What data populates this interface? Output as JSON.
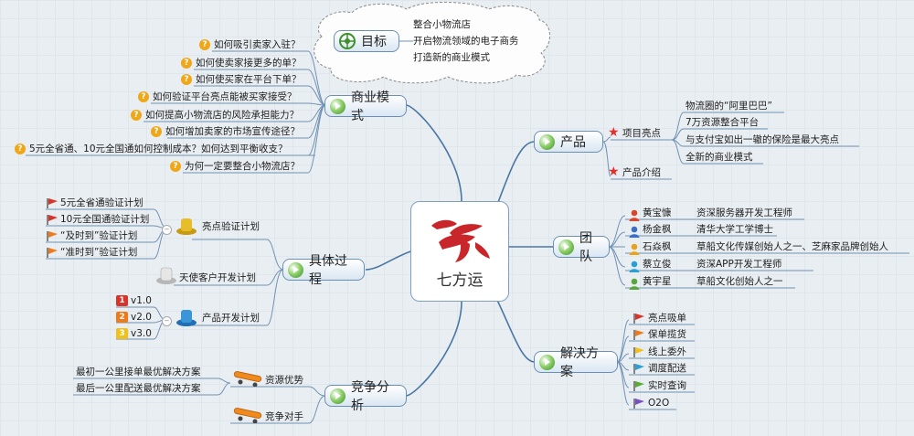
{
  "center": {
    "title": "七方运"
  },
  "goal": {
    "label": "目标",
    "items": [
      "整合小物流店",
      "开启物流领域的电子商务",
      "打造新的商业模式"
    ]
  },
  "business_model": {
    "label": "商业模式",
    "items": [
      "如何吸引卖家入驻？",
      "如何使卖家接更多的单？",
      "如何使买家在平台下单？",
      "如何验证平台亮点能被买家接受？",
      "如何提高小物流店的风险承担能力？",
      "如何增加卖家的市场宣传途径？",
      "5元全省通、10元全国通如何控制成本？如何达到平衡收支？",
      "为何一定要整合小物流店？"
    ]
  },
  "process": {
    "label": "具体过程",
    "highlight": {
      "label": "亮点验证计划",
      "items": [
        "5元全省通验证计划",
        "10元全国通验证计划",
        "“及时到”验证计划",
        "“准时到”验证计划"
      ]
    },
    "angel": {
      "label": "天使客户开发计划"
    },
    "product_dev": {
      "label": "产品开发计划",
      "items": [
        "v1.0",
        "v2.0",
        "v3.0"
      ],
      "numbers": [
        "1",
        "2",
        "3"
      ]
    }
  },
  "competition": {
    "label": "竞争分析",
    "resource": {
      "label": "资源优势",
      "items": [
        "最初一公里接单最优解决方案",
        "最后一公里配送最优解决方案"
      ]
    },
    "rival": {
      "label": "竞争对手"
    }
  },
  "product": {
    "label": "产品",
    "highlights": {
      "label": "项目亮点",
      "items": [
        "物流圈的“阿里巴巴”",
        "7万资源整合平台",
        "与支付宝如出一辙的保险是最大亮点",
        "全新的商业模式"
      ]
    },
    "intro": {
      "label": "产品介绍"
    }
  },
  "team": {
    "label": "团队",
    "members": [
      {
        "name": "黄宝慷",
        "role": "资深服务器开发工程师",
        "color": "#d8462e"
      },
      {
        "name": "杨金枫",
        "role": "清华大学工学博士",
        "color": "#3c6fc4"
      },
      {
        "name": "石焱枫",
        "role": "草船文化传媒创始人之一、芝麻家品牌创始人",
        "color": "#e8a21e"
      },
      {
        "name": "蔡立俊",
        "role": "资深APP开发工程师",
        "color": "#2a9fd6"
      },
      {
        "name": "黄宇星",
        "role": "草船文化创始人之一",
        "color": "#5aa63a"
      }
    ]
  },
  "solution": {
    "label": "解决方案",
    "items": [
      {
        "label": "亮点吸单",
        "color": "#d8352a"
      },
      {
        "label": "保单揽货",
        "color": "#ef7a1a"
      },
      {
        "label": "线上委外",
        "color": "#f0c11a"
      },
      {
        "label": "调度配送",
        "color": "#2f9fd8"
      },
      {
        "label": "实时查询",
        "color": "#5bab33"
      },
      {
        "label": "O2O",
        "color": "#7b4fc4"
      }
    ]
  },
  "colors": {
    "branch_line": "#3f6f9f",
    "leaf_line": "#6a8db0",
    "accent_red": "#d8352a",
    "question_orange": "#f0a717"
  }
}
